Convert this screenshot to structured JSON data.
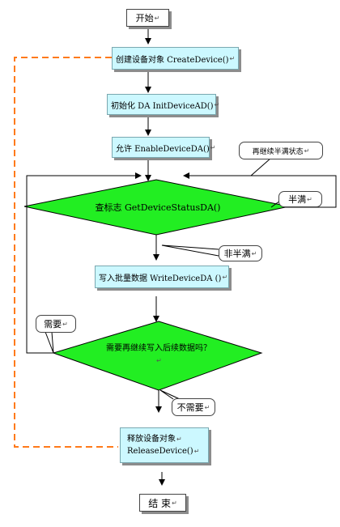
{
  "nodes": {
    "start": "开始",
    "create": "创建设备对象 CreateDevice()",
    "init": "初始化 DA InitDeviceAD()",
    "enable": "允许 EnableDeviceDA()",
    "check": "查标志 GetDeviceStatusDA()",
    "write": "写入批量数据 WriteDeviceDA ()",
    "decide": "需要再继续写入后续数据吗？",
    "release_line1": "释放设备对象",
    "release_line2": "ReleaseDevice()",
    "end": "结 束"
  },
  "callouts": {
    "regen": "再继续半满状态",
    "half_full": "半满",
    "not_half_full": "非半满",
    "need": "需要",
    "not_need": "不需要"
  },
  "colors": {
    "box_fill": "#ccf8ff",
    "diamond_fill": "#22ee22",
    "dashed_line": "#ff7a1a"
  }
}
